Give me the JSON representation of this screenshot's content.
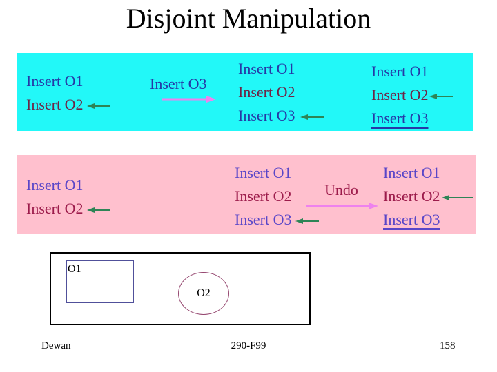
{
  "slide": {
    "title": "Disjoint Manipulation"
  },
  "colors": {
    "cyan_band_bg": "#22f8f8",
    "pink_band_bg": "#ffc0ce",
    "cyan_text_blue": "#2638a6",
    "cyan_text_maroon": "#6f2345",
    "pink_text_blue": "#5946c8",
    "pink_text_maroon": "#9c1b4b",
    "green_arrow": "#2e8456",
    "magenta_arrow": "#ee82ee",
    "rect_border": "#50509a",
    "ellipse_border": "#94456e"
  },
  "cyan_panel": {
    "block1": {
      "line1": "Insert O1",
      "line2": "Insert O2"
    },
    "block2": {
      "label": "Insert O3"
    },
    "block3": {
      "line1": "Insert O1",
      "line2": "Insert O2",
      "line3": "Insert O3"
    },
    "block4": {
      "line1": "Insert O1",
      "line2": "Insert O2",
      "line3": "Insert O3"
    }
  },
  "pink_panel": {
    "block1": {
      "line1": "Insert O1",
      "line2": "Insert O2"
    },
    "block2": {
      "line1": "Insert O1",
      "line2": "Insert O2",
      "line3": "Insert O3"
    },
    "undo": {
      "label": "Undo"
    },
    "block3": {
      "line1": "Insert O1",
      "line2": "Insert O2",
      "line3": "Insert O3"
    }
  },
  "diagram": {
    "rect_label": "O1",
    "ellipse_label": "O2"
  },
  "footer": {
    "author": "Dewan",
    "course": "290-F99",
    "page": "158"
  }
}
